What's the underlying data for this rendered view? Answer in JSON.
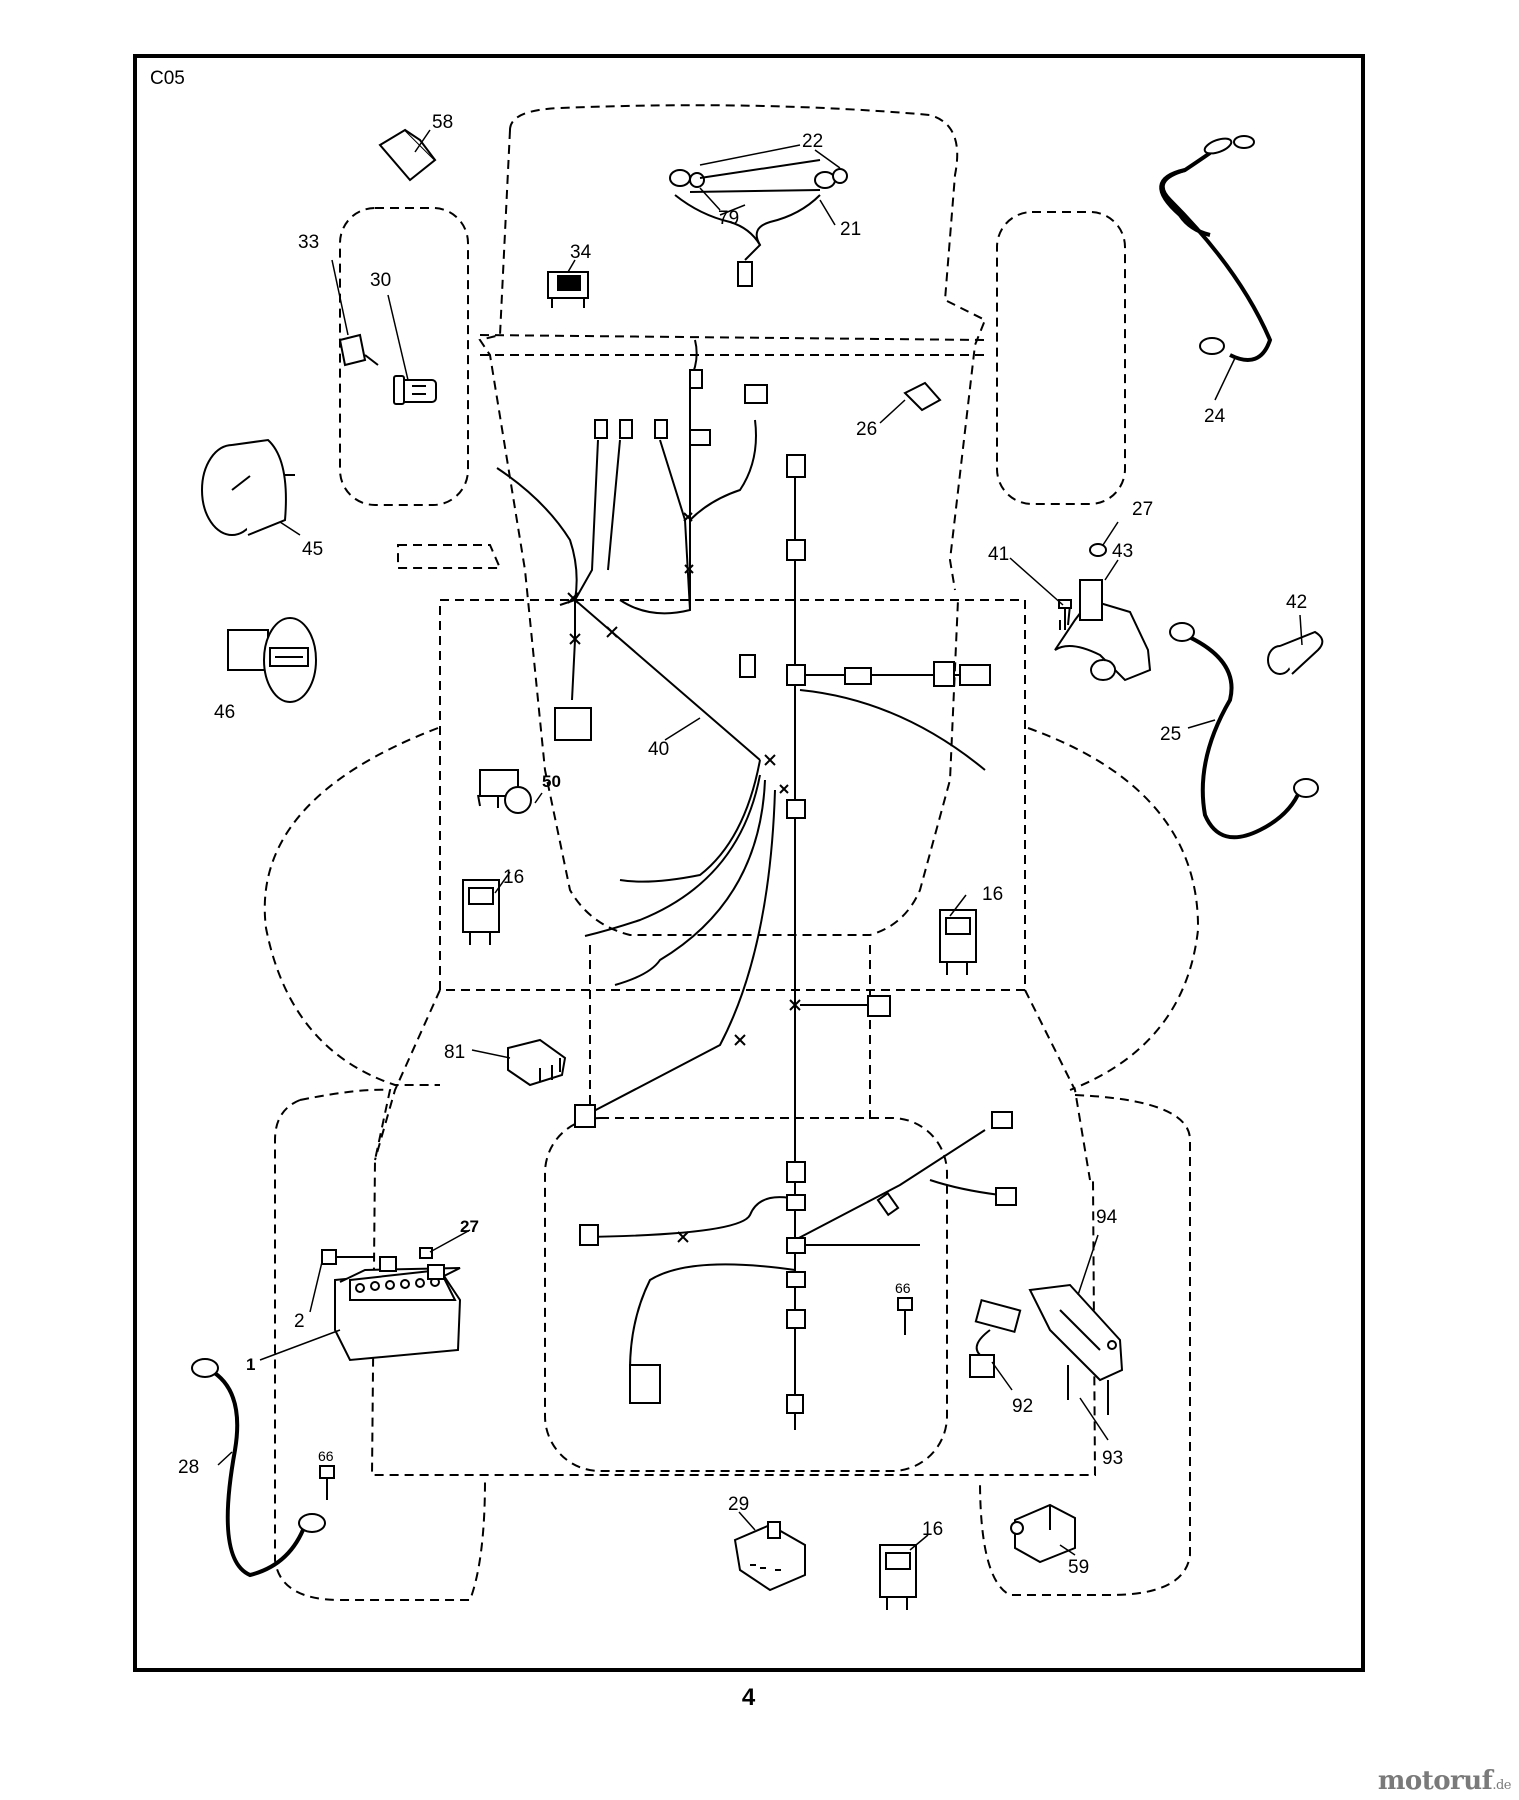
{
  "diagram": {
    "code": "C05",
    "page_number": "4",
    "watermark": "motoruf",
    "watermark_tld": ".de",
    "callouts": {
      "c58": "58",
      "c22": "22",
      "c79": "79",
      "c21": "21",
      "c34": "34",
      "c33": "33",
      "c30": "30",
      "c24": "24",
      "c26": "26",
      "c45": "45",
      "c27a": "27",
      "c41": "41",
      "c43": "43",
      "c42": "42",
      "c25": "25",
      "c46": "46",
      "c40": "40",
      "c50": "50",
      "c16a": "16",
      "c16b": "16",
      "c81": "81",
      "c27b": "27",
      "c2": "2",
      "c1": "1",
      "c66a": "66",
      "c66b": "66",
      "c94": "94",
      "c92": "92",
      "c93": "93",
      "c28": "28",
      "c29": "29",
      "c16c": "16",
      "c59": "59"
    }
  }
}
